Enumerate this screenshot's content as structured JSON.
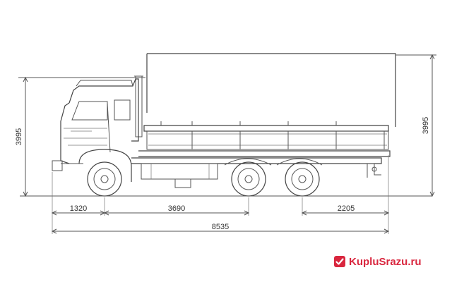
{
  "dimensions": {
    "height_left": "3995",
    "height_right": "3995",
    "front_overhang": "1320",
    "wheelbase": "3690",
    "rear_overhang": "2205",
    "overall_length": "8535"
  },
  "watermark": {
    "text": "KupluSrazu.ru",
    "logo_icon": "checkbox-logo-icon",
    "brand_color": "#d9263e"
  }
}
